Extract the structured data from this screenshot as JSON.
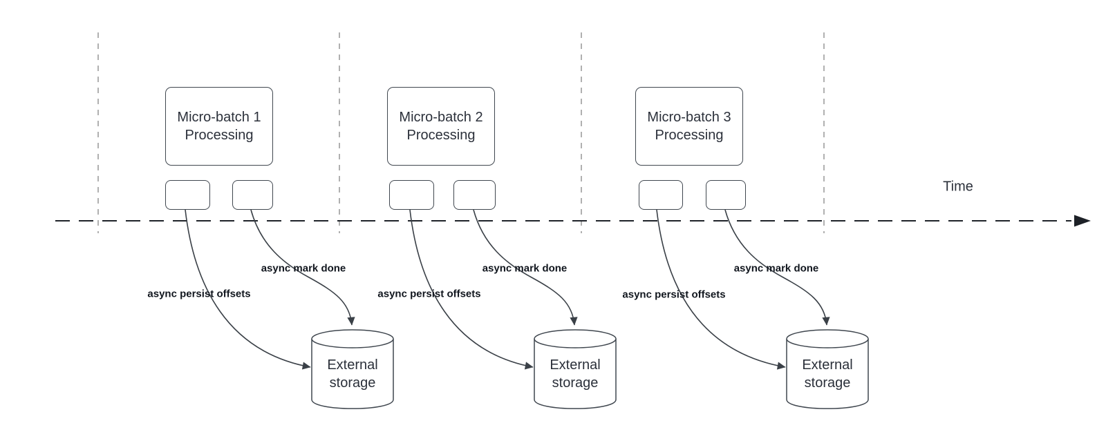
{
  "colors": {
    "stroke": "#3f464e",
    "axis": "#1d2127",
    "guide": "#b0b0b0",
    "curve": "#3a4047",
    "box_text": "#2b303a",
    "label_text": "#11161e",
    "bg": "#ffffff"
  },
  "diagram": {
    "time_label": "Time",
    "groups": [
      {
        "box_label": "Micro-batch 1\nProcessing",
        "persist_label": "async persist offsets",
        "done_label": "async mark done",
        "storage_label": "External\nstorage"
      },
      {
        "box_label": "Micro-batch 2\nProcessing",
        "persist_label": "async persist offsets",
        "done_label": "async mark done",
        "storage_label": "External\nstorage"
      },
      {
        "box_label": "Micro-batch 3\nProcessing",
        "persist_label": "async persist offsets",
        "done_label": "async mark done",
        "storage_label": "External\nstorage"
      }
    ]
  }
}
